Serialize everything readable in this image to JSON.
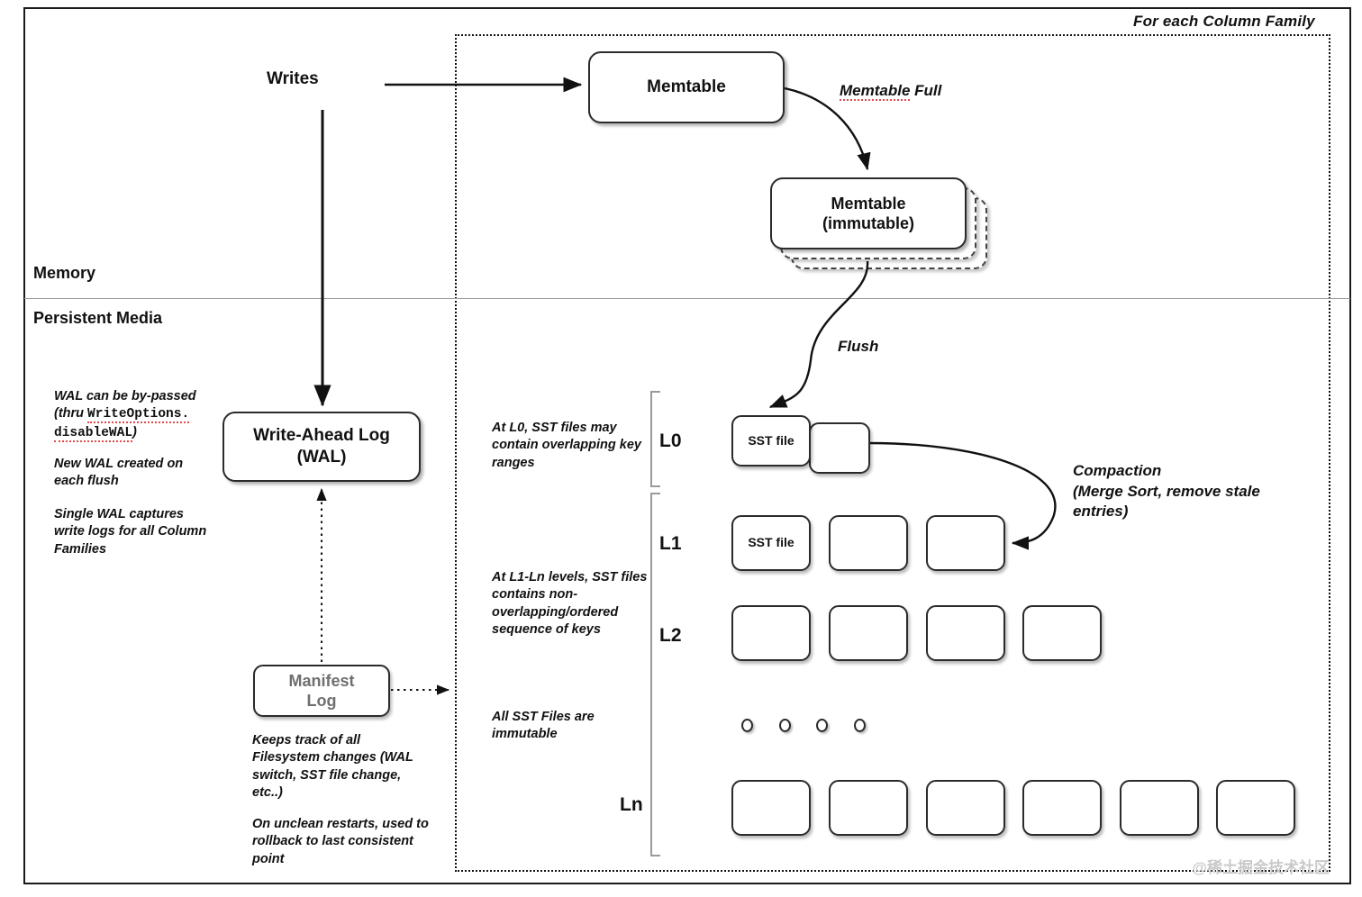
{
  "diagram": {
    "title_label": "For each Column Family",
    "regions": {
      "memory_label": "Memory",
      "persistent_label": "Persistent Media"
    },
    "watermark": "@稀土掘金技术社区"
  },
  "nodes": {
    "writes": "Writes",
    "memtable": "Memtable",
    "memtable_immutable_line1": "Memtable",
    "memtable_immutable_line2": "(immutable)",
    "wal_line1": "Write-Ahead Log",
    "wal_line2": "(WAL)",
    "manifest_line1": "Manifest",
    "manifest_line2": "Log",
    "sst_l0": "SST file",
    "sst_l1": "SST file"
  },
  "flow_labels": {
    "memtable_full_a": "Memtable",
    "memtable_full_b": " Full",
    "flush": "Flush",
    "compaction_line1": "Compaction",
    "compaction_line2": "(Merge Sort, remove stale",
    "compaction_line3": "entries)"
  },
  "levels": {
    "l0": "L0",
    "l1": "L1",
    "l2": "L2",
    "ln": "Ln"
  },
  "annotations": {
    "wal_bypass_l1": "WAL can be by-passed",
    "wal_bypass_l2a": "(thru ",
    "wal_bypass_l2b": "WriteOptions.",
    "wal_bypass_l3a": "disableWAL",
    "wal_bypass_l3b": ")",
    "wal_new_l1": "New WAL created on",
    "wal_new_l2": "each flush",
    "wal_single_l1": "Single WAL captures",
    "wal_single_l2": "write logs for all Column",
    "wal_single_l3": "Families",
    "manifest_keeps_l1": "Keeps track of all",
    "manifest_keeps_l2": "Filesystem changes (WAL",
    "manifest_keeps_l3": "switch, SST file change,",
    "manifest_keeps_l4": "etc..)",
    "manifest_unclean_l1": "On unclean restarts, used to",
    "manifest_unclean_l2": "rollback to last consistent",
    "manifest_unclean_l3": "point",
    "l0_note_l1": "At L0, SST files may",
    "l0_note_l2": "contain overlapping key",
    "l0_note_l3": "ranges",
    "l1n_note_l1": "At L1-Ln levels, SST files",
    "l1n_note_l2": "contains non-",
    "l1n_note_l3": "overlapping/ordered",
    "l1n_note_l4": "sequence of keys",
    "immutable_note_l1": "All SST Files are",
    "immutable_note_l2": "immutable"
  },
  "colors": {
    "stroke": "#2b2b2b",
    "divider": "#9a9a9a",
    "manifest_text": "#6f6f6f",
    "squiggle": "#e04b4b",
    "watermark": "#c9c9c9"
  }
}
